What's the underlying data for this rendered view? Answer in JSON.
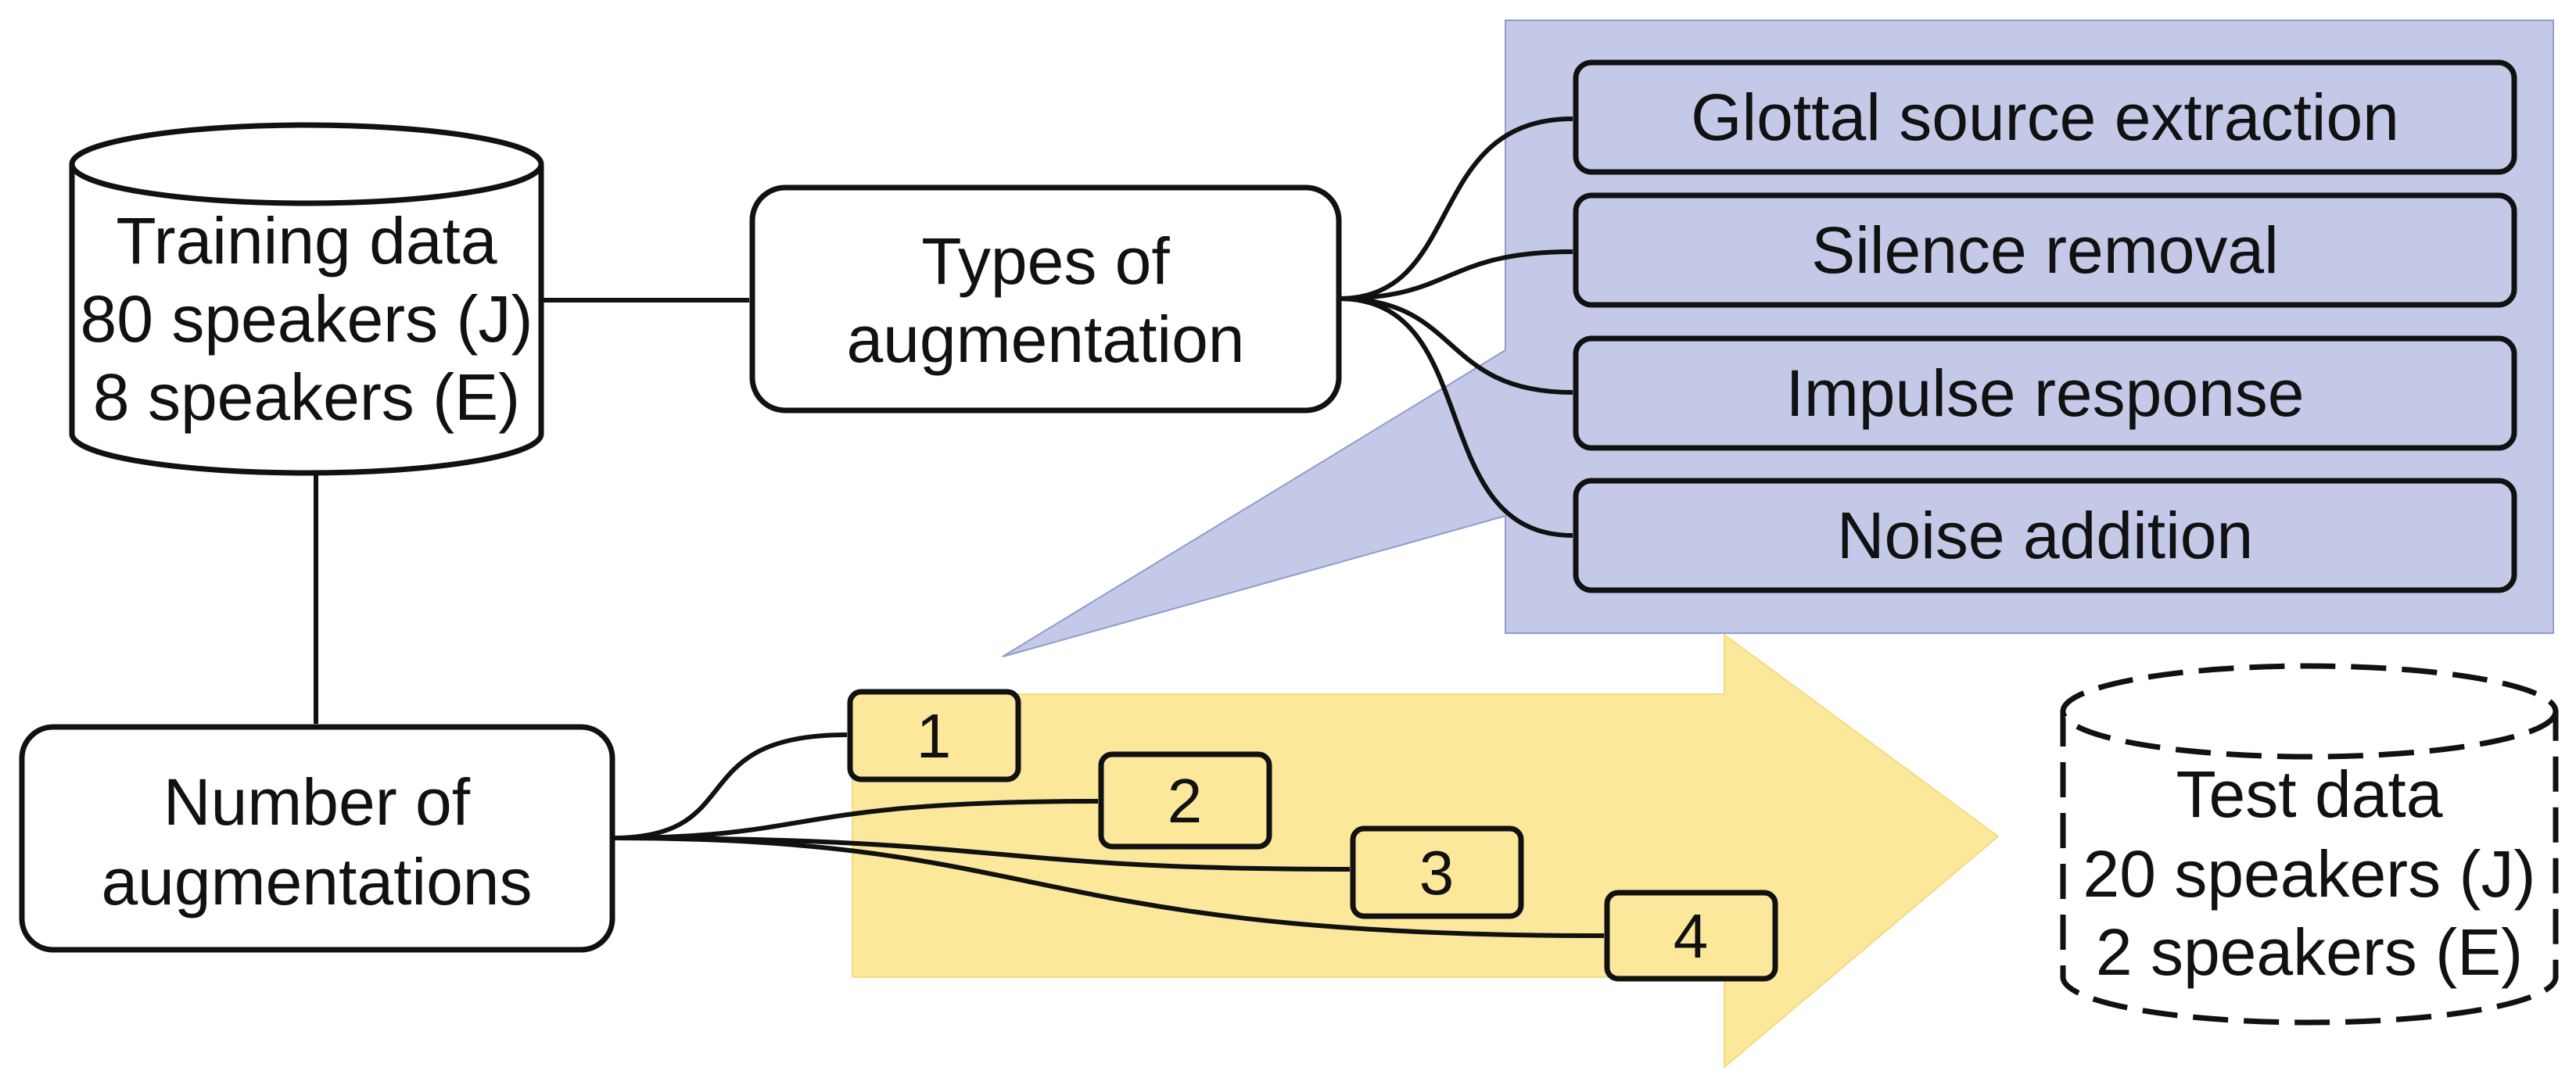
{
  "diagram": {
    "training_data": {
      "line1": "Training data",
      "line2": "80 speakers (J)",
      "line3": "8 speakers (E)"
    },
    "types_of_augmentation": {
      "line1": "Types of",
      "line2": "augmentation"
    },
    "augmentation_types": [
      "Glottal source extraction",
      "Silence removal",
      "Impulse response",
      "Noise addition"
    ],
    "number_of_augmentations": {
      "line1": "Number of",
      "line2": "augmentations"
    },
    "augmentation_counts": [
      "1",
      "2",
      "3",
      "4"
    ],
    "test_data": {
      "line1": "Test data",
      "line2": "20 speakers (J)",
      "line3": "2 speakers (E)"
    },
    "colors": {
      "types_panel": "#c5c9e8",
      "count_arrow": "#fce89b",
      "stroke": "#111111"
    }
  }
}
